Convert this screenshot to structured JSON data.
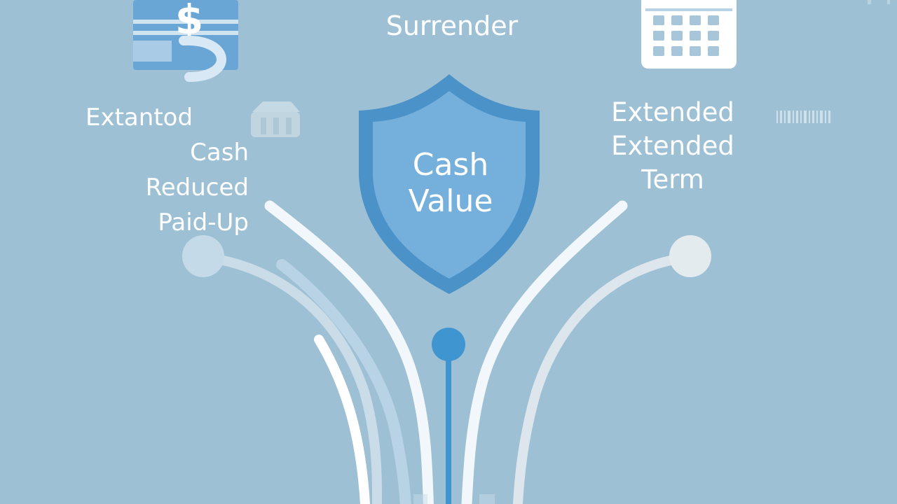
{
  "top_label": "Surrender",
  "left_labels": [
    "Extantod",
    "Cash",
    "Reduced",
    "Paid-Up"
  ],
  "right_labels": [
    "Extended",
    "Extended",
    "Term"
  ],
  "center_labels": [
    "Cash",
    "Value"
  ],
  "colors": {
    "background": "#9dc0d4",
    "shield_border": "#4b92c8",
    "shield_fill": "#75b0dc",
    "accent": "#3f95d0",
    "text": "#ffffff"
  },
  "icons": [
    "dollar-document-icon",
    "bank-icon",
    "calendar-icon",
    "barcode-icon",
    "shield-icon"
  ]
}
